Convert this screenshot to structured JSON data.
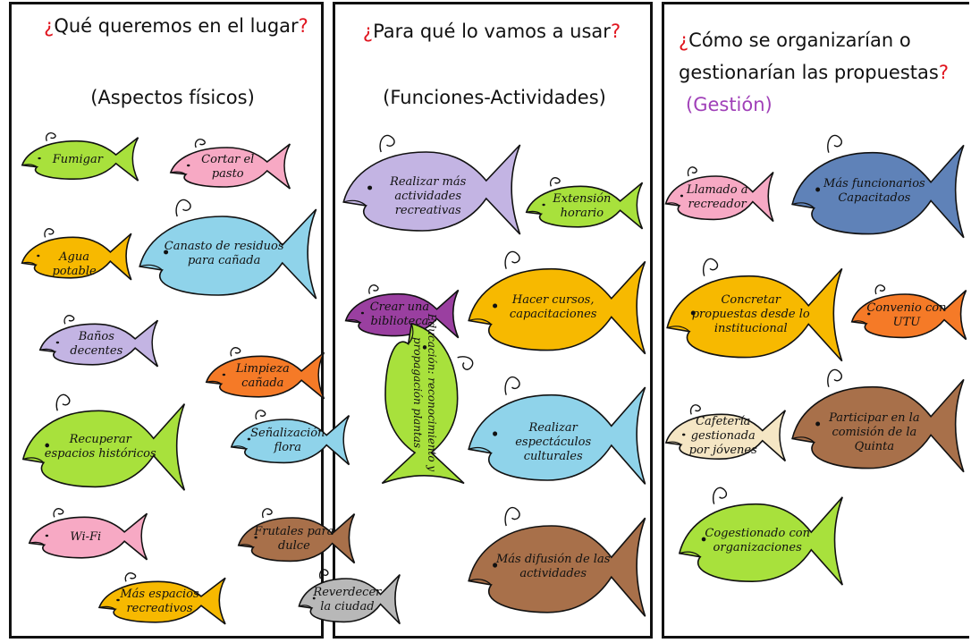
{
  "columns": [
    {
      "heading_open": "¿",
      "heading_text": "Qué queremos en el lugar",
      "heading_close": "?",
      "subheading": "(Aspectos físicos)",
      "fish": [
        {
          "label": "Fumigar",
          "color": "#a8e13c"
        },
        {
          "label": "Cortar el pasto",
          "color": "#f7a9c4"
        },
        {
          "label": "Agua potable",
          "color": "#f7b900"
        },
        {
          "label": "Canasto de residuos para cañada",
          "color": "#8fd3ea"
        },
        {
          "label": "Baños decentes",
          "color": "#c3b4e3"
        },
        {
          "label": "Limpieza cañada",
          "color": "#f57a27"
        },
        {
          "label": "Recuperar espacios históricos",
          "color": "#a8e13c"
        },
        {
          "label": "Señalización flora",
          "color": "#8fd3ea"
        },
        {
          "label": "Wi-Fi",
          "color": "#f7a9c4"
        },
        {
          "label": "Frutales para dulce",
          "color": "#a8704a"
        },
        {
          "label": "Más espacios recreativos",
          "color": "#f7b900"
        },
        {
          "label": "Reverdecer la ciudad",
          "color": "#b8b8b8"
        }
      ]
    },
    {
      "heading_open": "¿",
      "heading_text": "Para qué lo vamos a usar",
      "heading_close": "?",
      "subheading": "(Funciones-Actividades)",
      "fish": [
        {
          "label": "Realizar más actividades recreativas",
          "color": "#c3b4e3"
        },
        {
          "label": "Extensión horario",
          "color": "#a8e13c"
        },
        {
          "label": "Crear una biblioteca",
          "color": "#9a3fa0"
        },
        {
          "label": "Hacer cursos, capacitaciones",
          "color": "#f7b900"
        },
        {
          "label": "Educación: reconocimiento y propagación plantas",
          "color": "#a8e13c"
        },
        {
          "label": "Realizar espectáculos culturales",
          "color": "#8fd3ea"
        },
        {
          "label": "Más difusión de las actividades",
          "color": "#a8704a"
        }
      ]
    },
    {
      "heading_open": "¿",
      "heading_text": "Cómo se organizarían o gestionarían las propuestas",
      "heading_close": "?",
      "subheading": "(Gestión)",
      "fish": [
        {
          "label": "Llamado a recreador",
          "color": "#f7a9c4"
        },
        {
          "label": "Más funcionarios Capacitados",
          "color": "#5f82b8"
        },
        {
          "label": "Concretar propuestas desde lo institucional",
          "color": "#f7b900"
        },
        {
          "label": "Convenio con UTU",
          "color": "#f57a27"
        },
        {
          "label": "Cafetería gestionada por jóvenes",
          "color": "#f5e6c4"
        },
        {
          "label": "Participar en la comisión de la Quinta",
          "color": "#a8704a"
        },
        {
          "label": "Cogestionado con organizaciones",
          "color": "#a8e13c"
        }
      ]
    }
  ]
}
